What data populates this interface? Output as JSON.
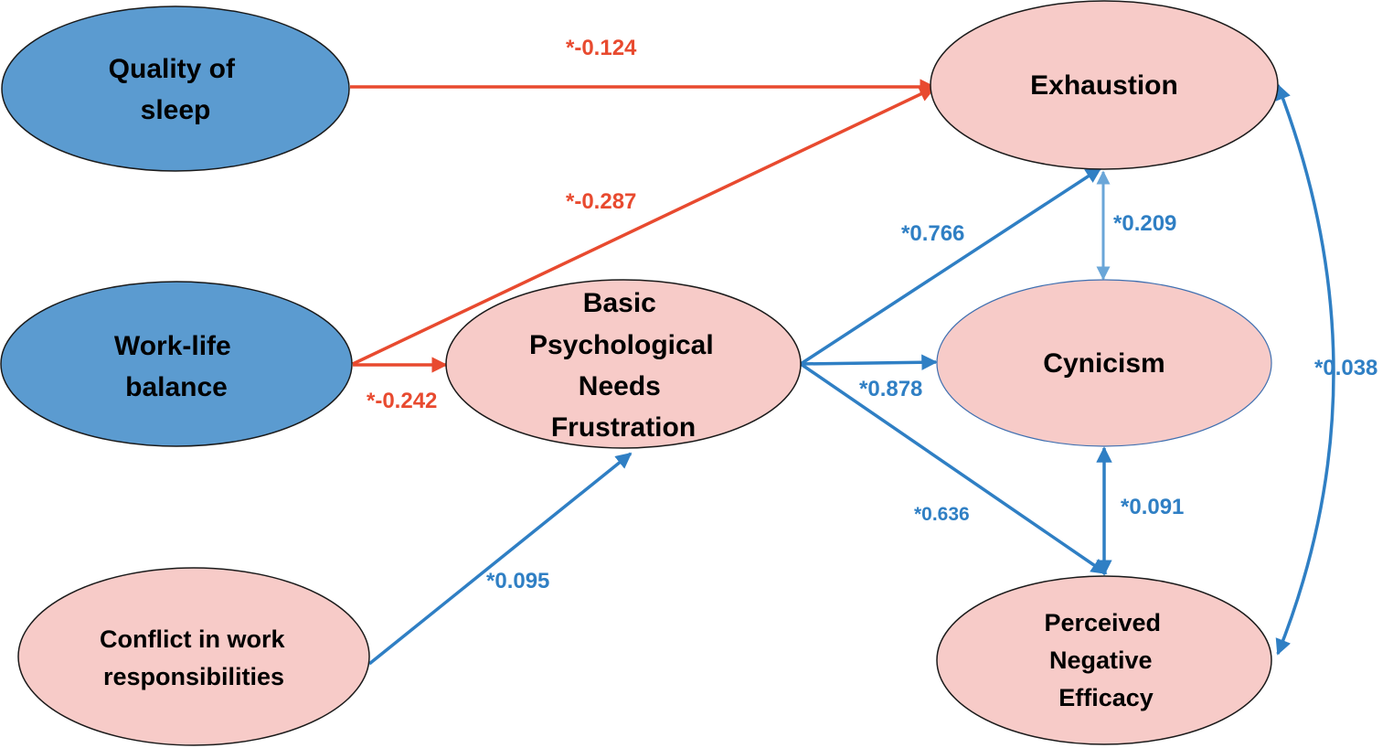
{
  "nodes": {
    "quality_of_sleep": [
      "Quality of",
      "sleep"
    ],
    "work_life_balance": [
      "Work-life",
      "balance"
    ],
    "conflict_work": [
      "Conflict in work",
      "responsibilities"
    ],
    "bpnf": [
      "Basic",
      "Psychological",
      "Needs",
      "Frustration"
    ],
    "exhaustion": [
      "Exhaustion"
    ],
    "cynicism": [
      "Cynicism"
    ],
    "negative_efficacy": [
      "Perceived",
      "Negative",
      "Efficacy"
    ]
  },
  "paths": {
    "sleep_exhaustion": "*-0.124",
    "wlb_exhaustion": "*-0.287",
    "wlb_bpnf": "*-0.242",
    "conflict_bpnf": "*0.095",
    "bpnf_exhaustion": "*0.766",
    "bpnf_cynicism": "*0.878",
    "bpnf_efficacy": "*0.636",
    "exhaustion_cynicism": "*0.209",
    "cynicism_efficacy": "*0.091",
    "exhaustion_efficacy": "*0.038"
  },
  "colors": {
    "exogenous_fill": "#5b9bd0",
    "endogenous_fill": "#f7cbc8",
    "negative_path": "#e84a2f",
    "positive_path": "#2f7fc4"
  }
}
